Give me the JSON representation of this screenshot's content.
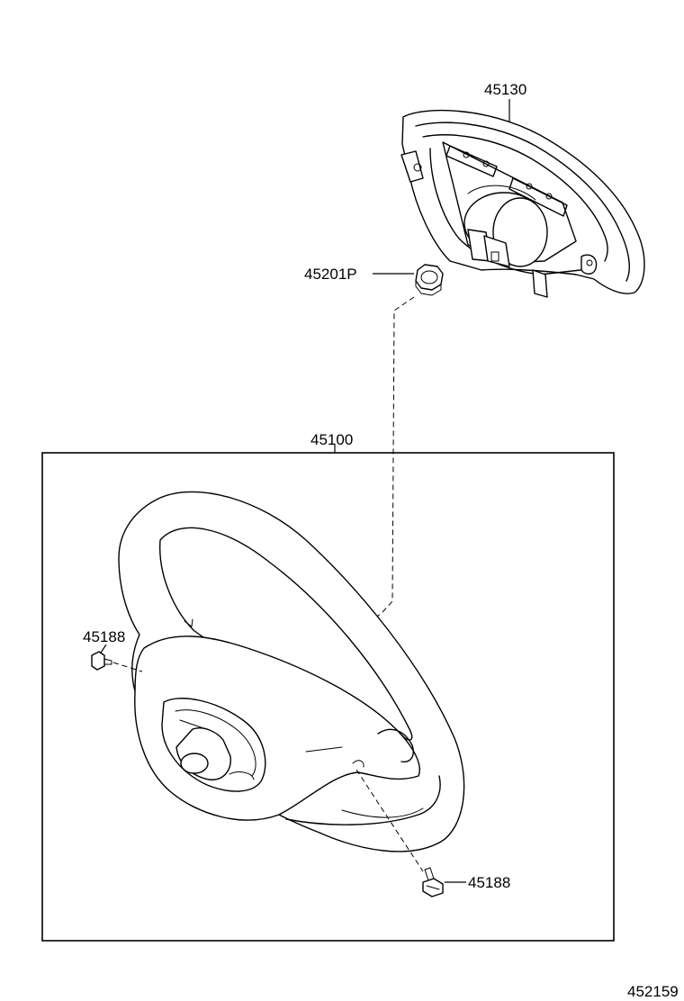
{
  "parts": {
    "pad": "45130",
    "nut": "45201P",
    "assembly": "45100",
    "screw_left": "45188",
    "screw_bottom": "45188"
  },
  "figure_number": "452159"
}
